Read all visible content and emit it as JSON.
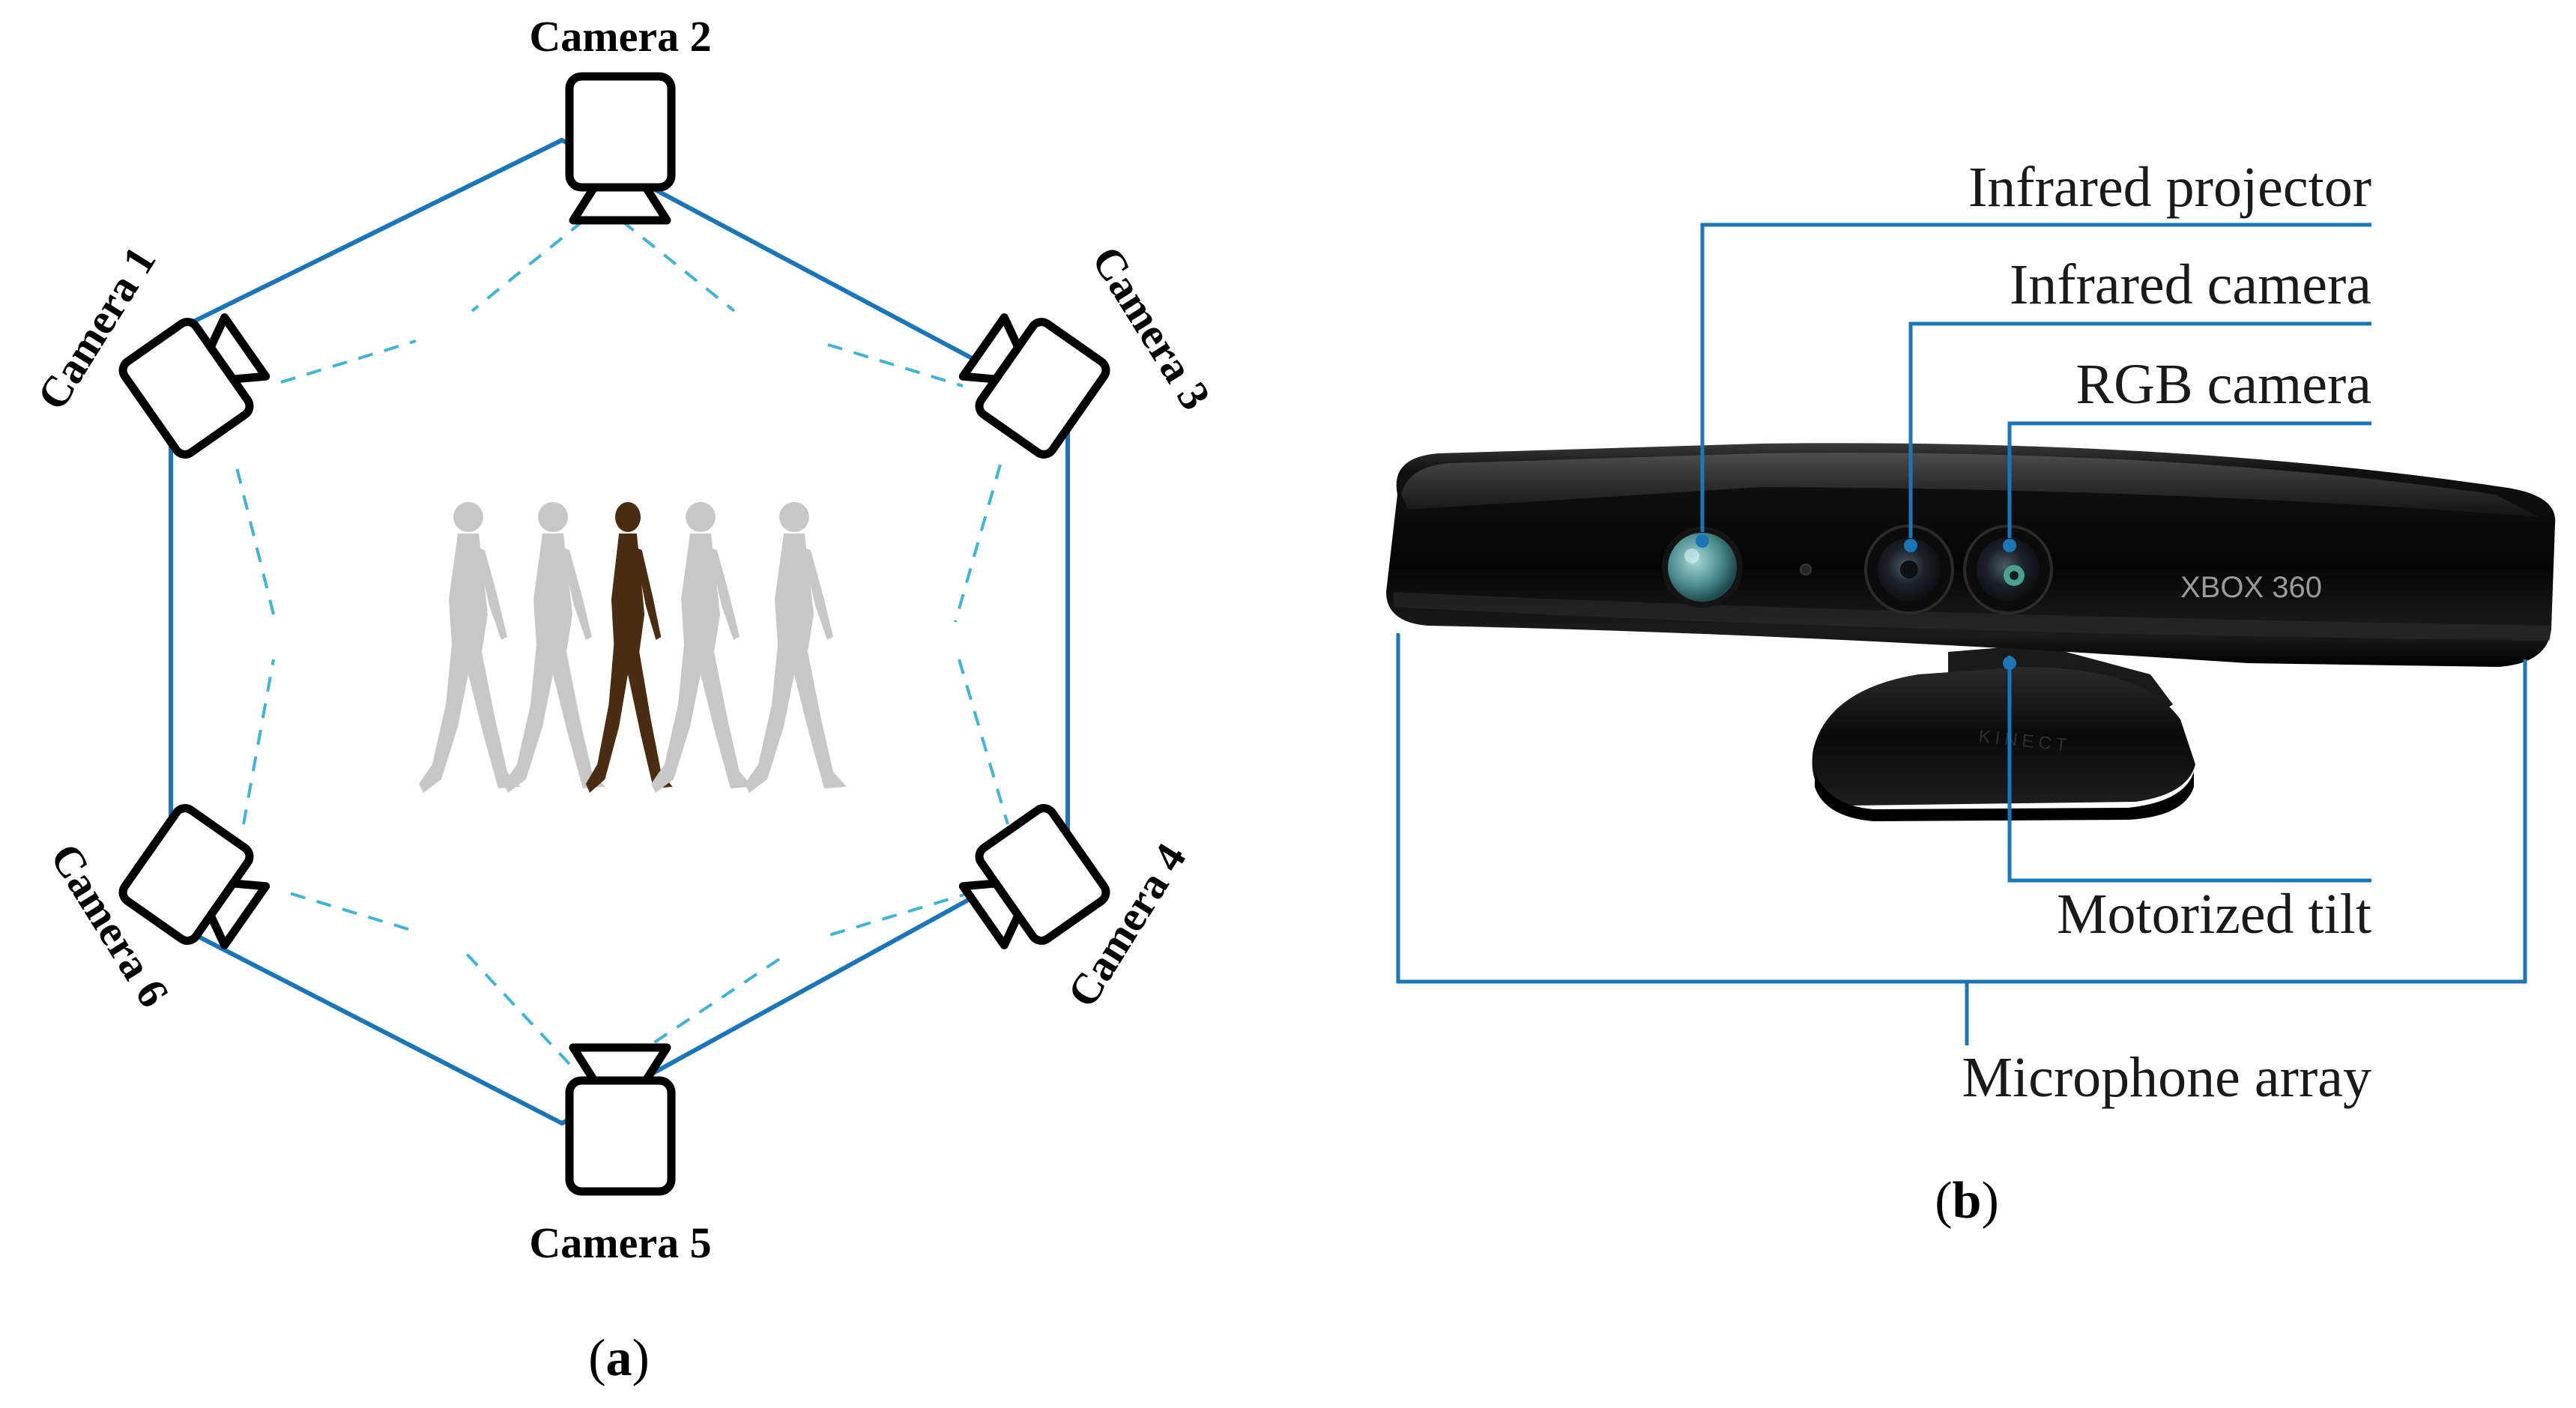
{
  "panel_a": {
    "label_open": "(",
    "label_letter": "a",
    "label_close": ")",
    "cameras": [
      {
        "id": 1,
        "label": "Camera 1"
      },
      {
        "id": 2,
        "label": "Camera 2"
      },
      {
        "id": 3,
        "label": "Camera 3"
      },
      {
        "id": 4,
        "label": "Camera 4"
      },
      {
        "id": 5,
        "label": "Camera 5"
      },
      {
        "id": 6,
        "label": "Camera 6"
      }
    ],
    "colors": {
      "hexagon": "#1a76b8",
      "dashed": "#3fb3d8",
      "walker_gray": "#c7c7c7",
      "walker_highlight": "#4a2c12"
    }
  },
  "panel_b": {
    "label_open": "(",
    "label_letter": "b",
    "label_close": ")",
    "callouts": {
      "infrared_projector": "Infrared projector",
      "infrared_camera": "Infrared camera",
      "rgb_camera": "RGB camera",
      "motorized_tilt": "Motorized tilt",
      "microphone_array": "Microphone array"
    },
    "device_brand_text": "XBOX 360",
    "base_text": "KINECT",
    "colors": {
      "callout_line": "#1a76b8",
      "device_body": "#0b0b0b"
    }
  }
}
